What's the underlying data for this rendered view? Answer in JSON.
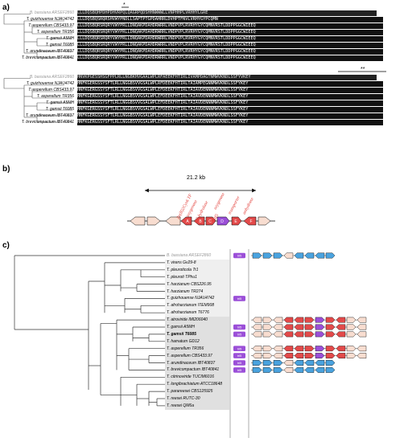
{
  "panel_a": {
    "label": "a)",
    "block1": {
      "star_marker": "*",
      "rows": [
        {
          "name": "B. bassiana ARSEF2860",
          "seq": "LLLDQSBQHPDHPDHVRPQLQAGRPQDSHHNWWWLLVNPHHPLVRHHYLGRE",
          "grey": true
        },
        {
          "name": "T. guizhouense NJAU4742",
          "seq": "LLLDQSBQSRQRSHVWYPNDLLSAPTPTGPDAHRRLDVHPTFNVLVRHYGYPCQMN",
          "grey": false
        },
        {
          "name": "T. asperellum CBS433.97",
          "seq": "LLLDQSBQRSRQRYVWYPRLLDNQAKPDAHDRWRRLVNDPVPLRVRHYGYCQMNVRSTLDDPPGGCWIEEQ",
          "grey": false
        },
        {
          "name": "T. asperellum TR356",
          "seq": "LLLDQSBQRSRQRYVWYPRLLDNQAKPDAHDRWRRLVNDPVPLRVRHYGYCQMNVRSTLDDPPGGCWIEEQ",
          "grey": false
        },
        {
          "name": "T. gamsii A5MH",
          "seq": "LLLDQSBQRSRQRYVWYPRLLDNQAKPDAHDRWRRLVNDPVPLRVRHYGYCQMNVRSTLDDPPGGCWIEEQ",
          "grey": false
        },
        {
          "name": "T. gamsii T6085",
          "seq": "LLLDQSBQRSRQRYVWYPRLLDNQAKPDAHDRWRRLVNDPVPLRVRHYGYCQMNVRSTLDDPPGGCWIEEQ",
          "grey": false
        },
        {
          "name": "T. arundinaceum IBT40837",
          "seq": "LLLDQSBQRSRQRYVWYPRLLDNQAKPDAHDRWRRLVNDPVPLRVRHYGYCQMNVRSTLDDPPGGCWIEEQ",
          "grey": false
        },
        {
          "name": "T. brevicompactum IBT40841",
          "seq": "LLLDQSBQRSRQRYVWYPRLLDNQAKPDAHDRWRRLVNDPVPLRVRHYGYCQMNVRSTLDDPPGGCWIEEQ",
          "grey": false
        }
      ]
    },
    "block2": {
      "star_marker": "**",
      "rows": [
        {
          "name": "B. bassiana ARSEF2860",
          "seq": "HNVKPGESSHSGFPPLRLLNGBKHVGAALWPLRFAEEKFHTIRLIVAMPDAGTNMWVKNDLSSFYVKEY",
          "grey": true
        },
        {
          "name": "T. guizhouense NJAU4742",
          "seq": "HNFKGERGSSYSFTLRLLNGGBSVVGSALWPLRFDEEKFHTIRLTAIAMPEGNNMWVKNDLSSFYKEY",
          "grey": false
        },
        {
          "name": "T. asperellum CBS433.97",
          "seq": "HNFKGERGSSYSFTLRLLNGGBSVVGSALWPLEFDEEKFHTIRLTAIAVDENNNMWVKNDLSSFYKEY",
          "grey": false
        },
        {
          "name": "T. asperellum TR356",
          "seq": "HNFKGERGSSYSFTLRLLNGGBSVVGSALWPLEFDEEKFHTIRLTAIAVDENNNMWVKNDLSSFYKEY",
          "grey": false
        },
        {
          "name": "T. gamsii A5MH",
          "seq": "HNFKGERGSSYSFTLRLLNGGBSVVGSALWPLEFDEEKFHTIRLTAIAVDENNNMWVKNDLSSFYKEY",
          "grey": false
        },
        {
          "name": "T. gamsii T6085",
          "seq": "HNFKGERGSSYSFTLRLLNGGBSVVGSALWPLEFDEEKFHTIRLTAIAVDENNNMWVKNDLSSFYKEY",
          "grey": false
        },
        {
          "name": "T. arundinaceum IBT40837",
          "seq": "HNFKGERGSSYSFTLRLLNGGBSVVGSALWPLEFDEEKFHTIRLTAIAVDENNNMWVKNDLSSFYKEY",
          "grey": false
        },
        {
          "name": "T. brevicompactum IBT40841",
          "seq": "HNFKGERGSSYSFTLRLLNGGBSVVGSALWPLEFDEEKFHTIRLTAIAVDENNNMWVKNDLSSFYKEY",
          "grey": false
        }
      ]
    }
  },
  "panel_b": {
    "label": "b)",
    "scale_label": "21.2 kb",
    "gene_labels": [
      "Zn(II)2Cys6 TF",
      "oxygenase",
      "α/β-hydrolase",
      "TRI5",
      "oxygenase",
      "transporter",
      "anhydrase"
    ],
    "gene_letters": [
      "A",
      "B",
      "C",
      "D",
      "E",
      "F"
    ],
    "colors": {
      "red": "#e34a4a",
      "purple": "#9b4fd8",
      "beige": "#f8ddd0",
      "blue": "#4aa3df"
    }
  },
  "panel_c": {
    "label": "c)",
    "tri5_badge": "tri5",
    "taxa": [
      {
        "name": "B. bassiana ARSEF2860",
        "style": "grey",
        "badge": true,
        "cluster": "blue"
      },
      {
        "name": "T. virens Gv29-8",
        "style": "normal",
        "badge": false,
        "cluster": ""
      },
      {
        "name": "T. pleuroticola Tr1",
        "style": "normal",
        "badge": false,
        "cluster": ""
      },
      {
        "name": "T. pleuroti TPhu1",
        "style": "normal",
        "badge": false,
        "cluster": ""
      },
      {
        "name": "T. harzianum CBS226.95",
        "style": "normal",
        "badge": false,
        "cluster": ""
      },
      {
        "name": "T. harzianum TR274",
        "style": "normal",
        "badge": false,
        "cluster": ""
      },
      {
        "name": "T. guizhouense NJAU4742",
        "style": "normal",
        "badge": true,
        "cluster": ""
      },
      {
        "name": "T. afroharzianum ITEM908",
        "style": "normal",
        "badge": false,
        "cluster": ""
      },
      {
        "name": "T. afroharzianum T6776",
        "style": "normal",
        "badge": false,
        "cluster": ""
      },
      {
        "name": "T. atroviride IMI206040",
        "style": "normal",
        "badge": false,
        "cluster": "red"
      },
      {
        "name": "T. gamsii A5MH",
        "style": "normal",
        "badge": true,
        "cluster": "red"
      },
      {
        "name": "T. gamsii T6085",
        "style": "bold",
        "badge": true,
        "cluster": "red"
      },
      {
        "name": "T. hamatum GD12",
        "style": "normal",
        "badge": false,
        "cluster": ""
      },
      {
        "name": "T. asperellum TR356",
        "style": "normal",
        "badge": true,
        "cluster": "red"
      },
      {
        "name": "T. asperellum CBS433.97",
        "style": "normal",
        "badge": true,
        "cluster": "red"
      },
      {
        "name": "T. arundinaceum IBT40837",
        "style": "normal",
        "badge": true,
        "cluster": "blue"
      },
      {
        "name": "T. brevicompactum IBT40841",
        "style": "normal",
        "badge": true,
        "cluster": "blue"
      },
      {
        "name": "T. citrinoviride TUCIM6016",
        "style": "normal",
        "badge": false,
        "cluster": ""
      },
      {
        "name": "T. longibrachiatum ATCC18648",
        "style": "normal",
        "badge": false,
        "cluster": ""
      },
      {
        "name": "T. parareesei CBS125925",
        "style": "normal",
        "badge": false,
        "cluster": ""
      },
      {
        "name": "T. reesei RUTC-30",
        "style": "normal",
        "badge": false,
        "cluster": ""
      },
      {
        "name": "T. reesei QM6a",
        "style": "normal",
        "badge": false,
        "cluster": ""
      }
    ]
  }
}
